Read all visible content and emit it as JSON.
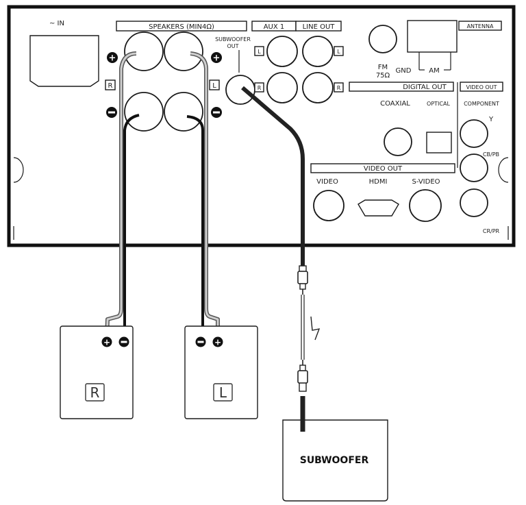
{
  "panel": {
    "ac_in": "~ IN",
    "speakers_header": "SPEAKERS (MIN4Ω)",
    "subwoofer_out_line1": "SUBWOOFER",
    "subwoofer_out_line2": "OUT",
    "aux_header": "AUX 1",
    "lineout_header": "LINE OUT",
    "antenna_header": "ANTENNA",
    "fm_line1": "FM",
    "fm_line2": "75Ω",
    "gnd": "GND",
    "am": "AM",
    "digital_out_header": "DIGITAL OUT",
    "coaxial": "COAXIAL",
    "optical": "OPTICAL",
    "video_out_side_header": "VIDEO OUT",
    "component": "COMPONENT",
    "y": "Y",
    "cb_pb": "CB/PB",
    "cr_pr": "CR/PR",
    "video_out_header": "VIDEO OUT",
    "video": "VIDEO",
    "hdmi": "HDMI",
    "s_video": "S-VIDEO",
    "ch_r": "R",
    "ch_l": "L",
    "plus": "+",
    "minus": "−"
  },
  "speakers": {
    "right_label": "R",
    "left_label": "L"
  },
  "subwoofer": {
    "label": "SUBWOOFER"
  }
}
